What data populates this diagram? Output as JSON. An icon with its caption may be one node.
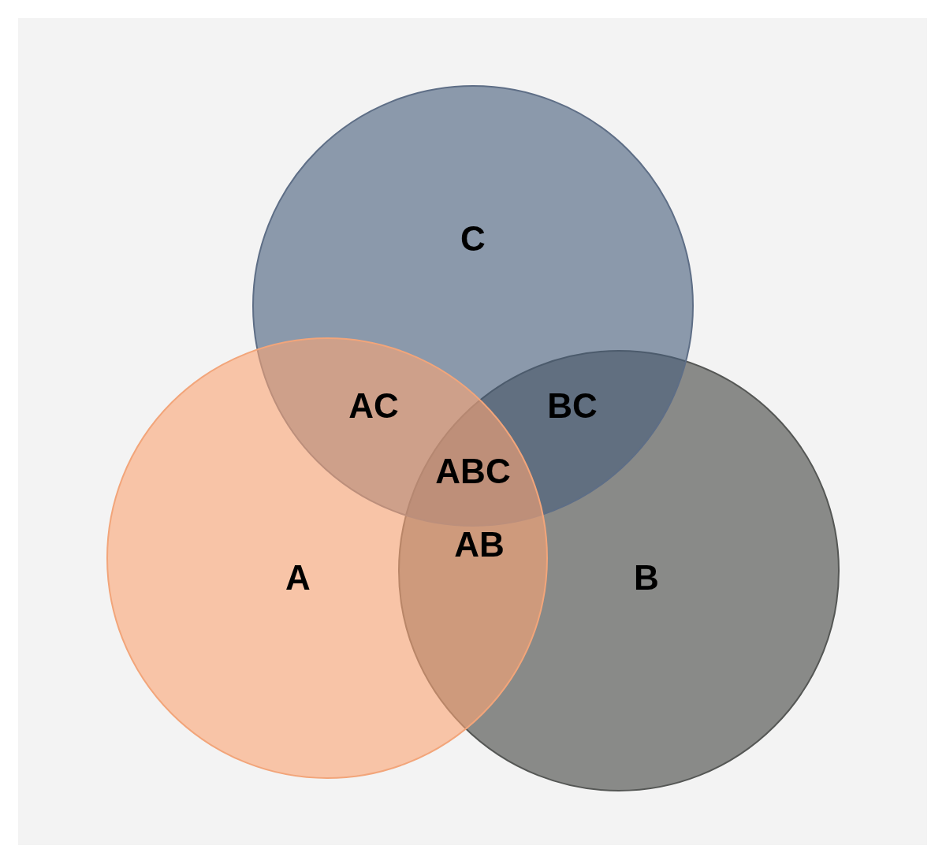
{
  "diagram": {
    "nodes": [
      {
        "text": [
          "C"
        ]
      },
      {
        "text": [
          "A"
        ]
      },
      {
        "text": [
          "B"
        ]
      }
    ],
    "labels": [
      "AC",
      "BC",
      "ABC",
      "AB"
    ]
  }
}
